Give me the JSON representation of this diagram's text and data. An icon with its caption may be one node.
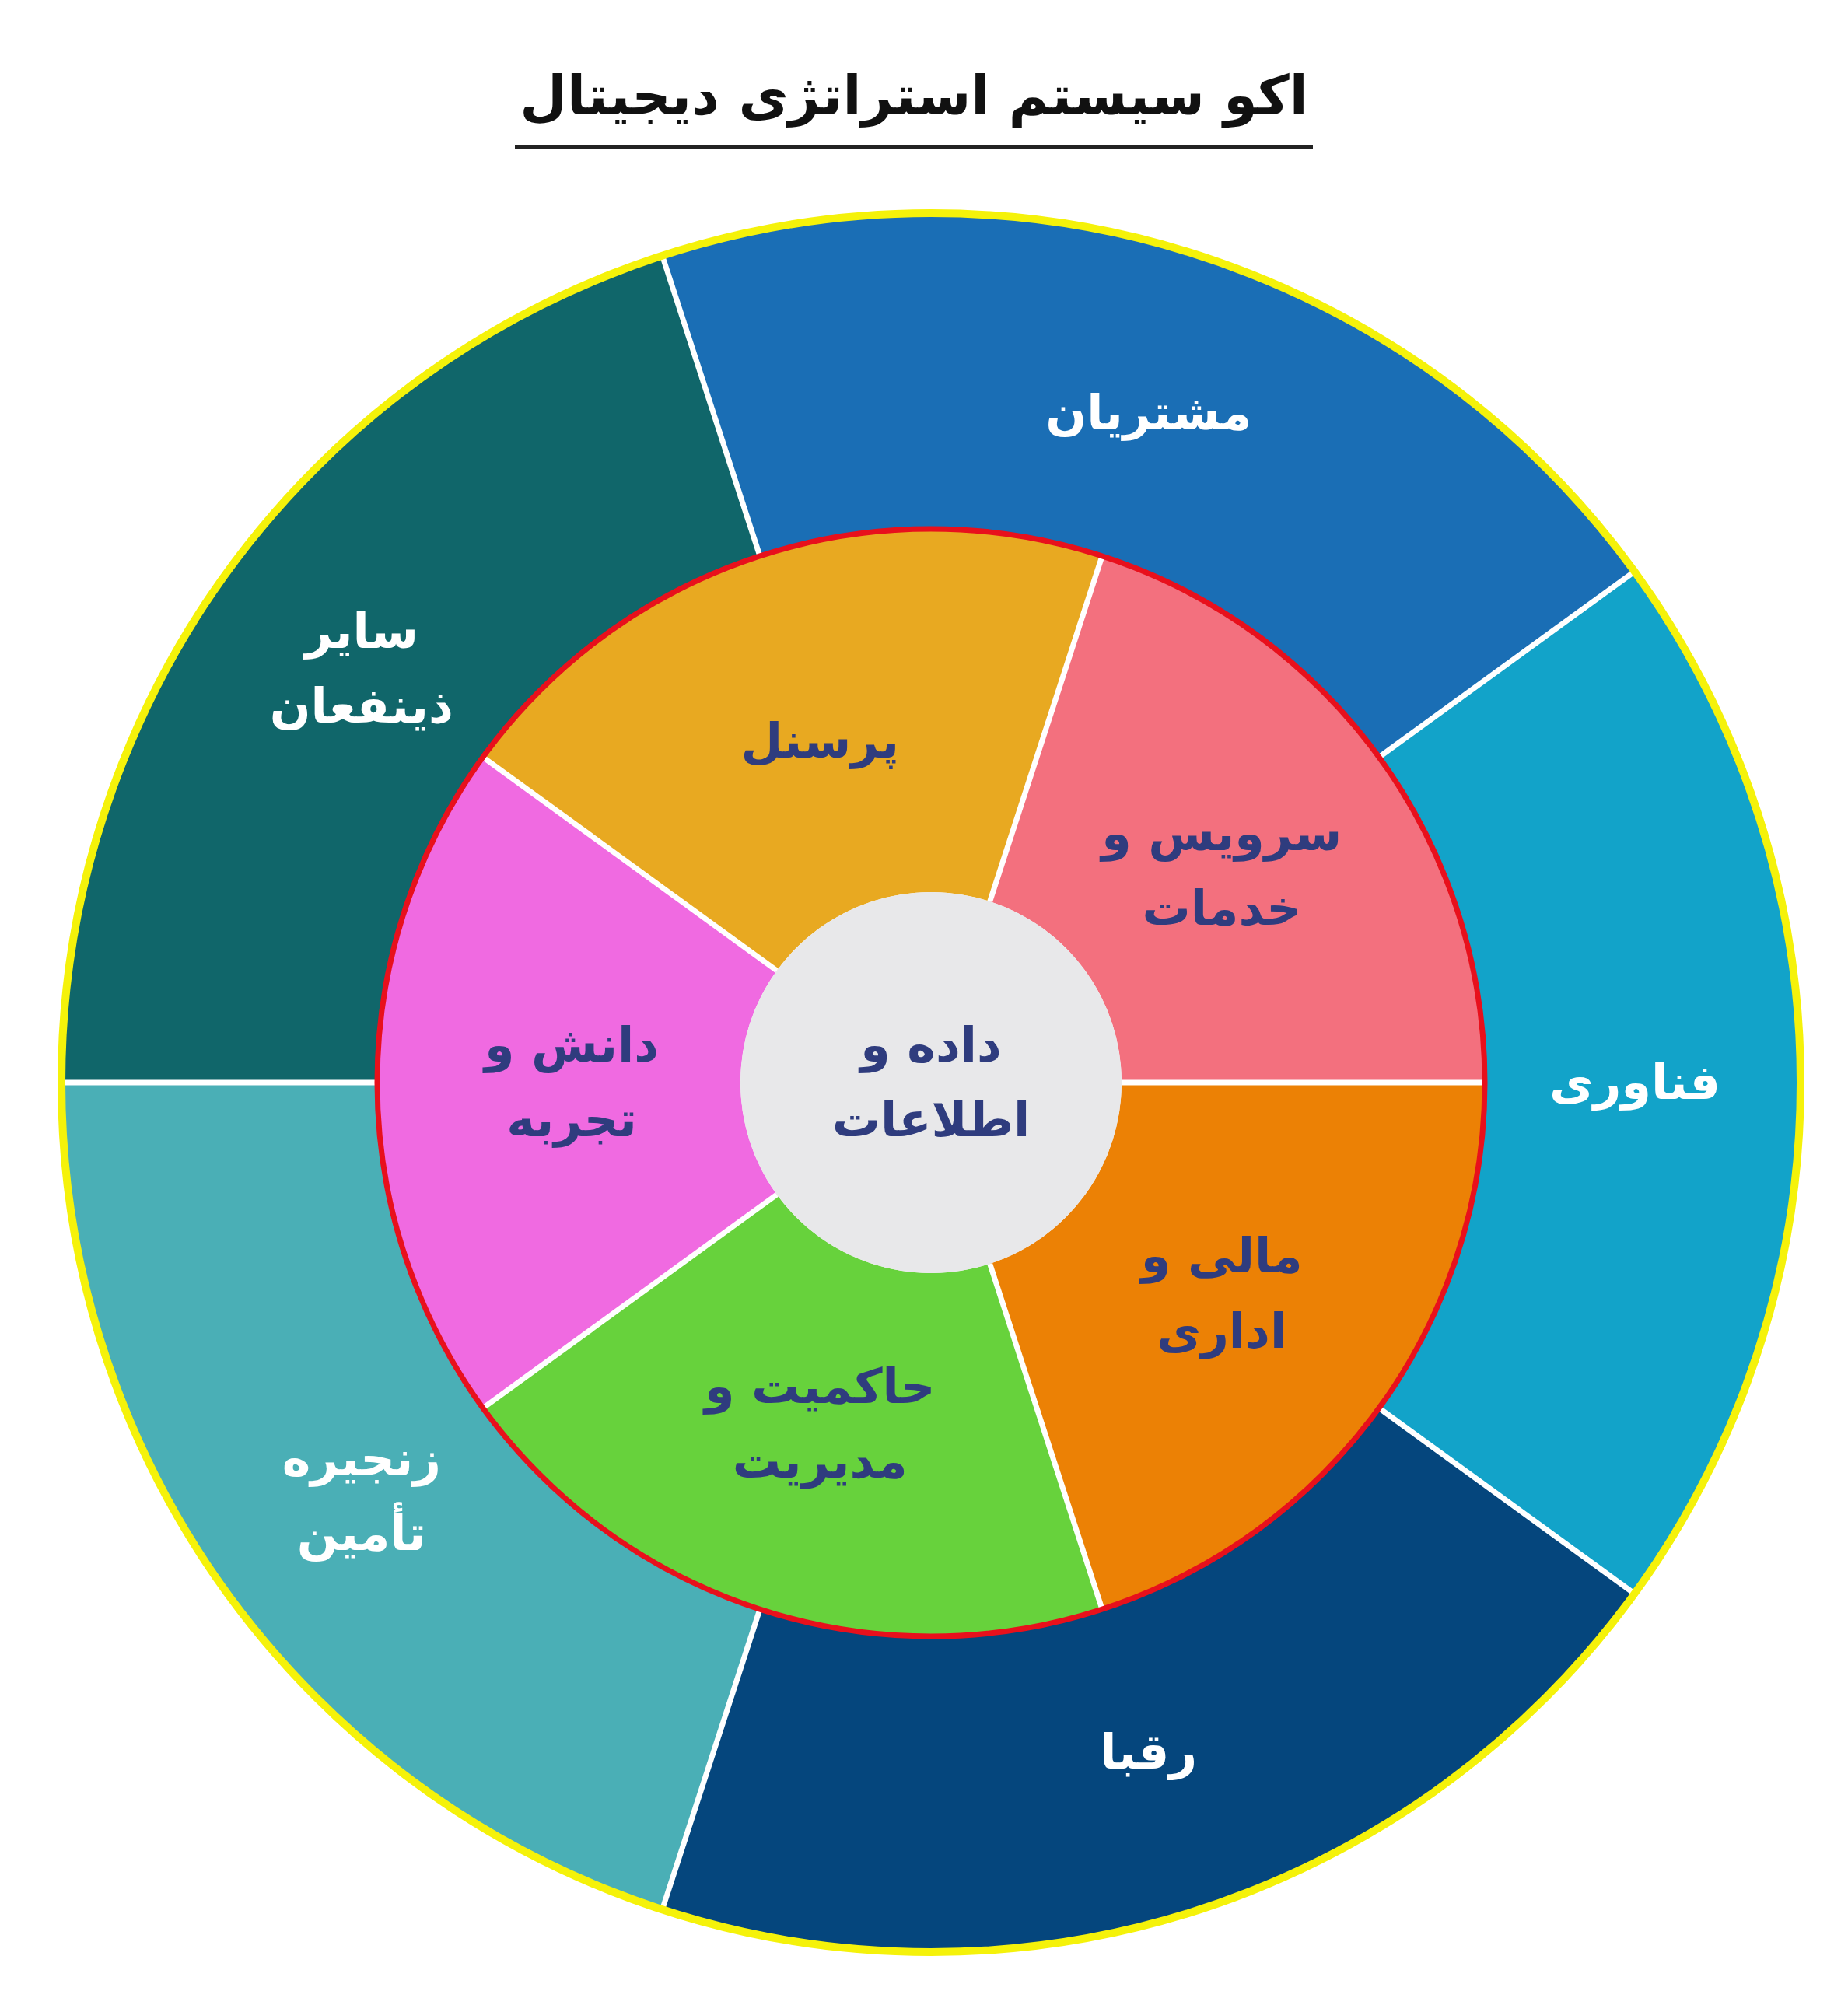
{
  "diagram": {
    "title": "اکو سیستم استراتژی دیجیتال",
    "nodes": [
      {
        "text": [
          "مشتریان"
        ]
      },
      {
        "text": [
          "فناوری"
        ]
      },
      {
        "text": [
          "رقبا"
        ]
      },
      {
        "text": [
          "زنجیره تأمین"
        ]
      },
      {
        "text": [
          "سایر ذینفعان"
        ]
      },
      {
        "text": [
          "پرسنل"
        ]
      },
      {
        "text": [
          "سرویس و خدمات"
        ]
      },
      {
        "text": [
          "مالی و اداری"
        ]
      },
      {
        "text": [
          "حاکمیت و مدیریت"
        ]
      },
      {
        "text": [
          "دانش و تجربه"
        ]
      },
      {
        "text": [
          "داده و اطلاعات"
        ]
      }
    ]
  }
}
